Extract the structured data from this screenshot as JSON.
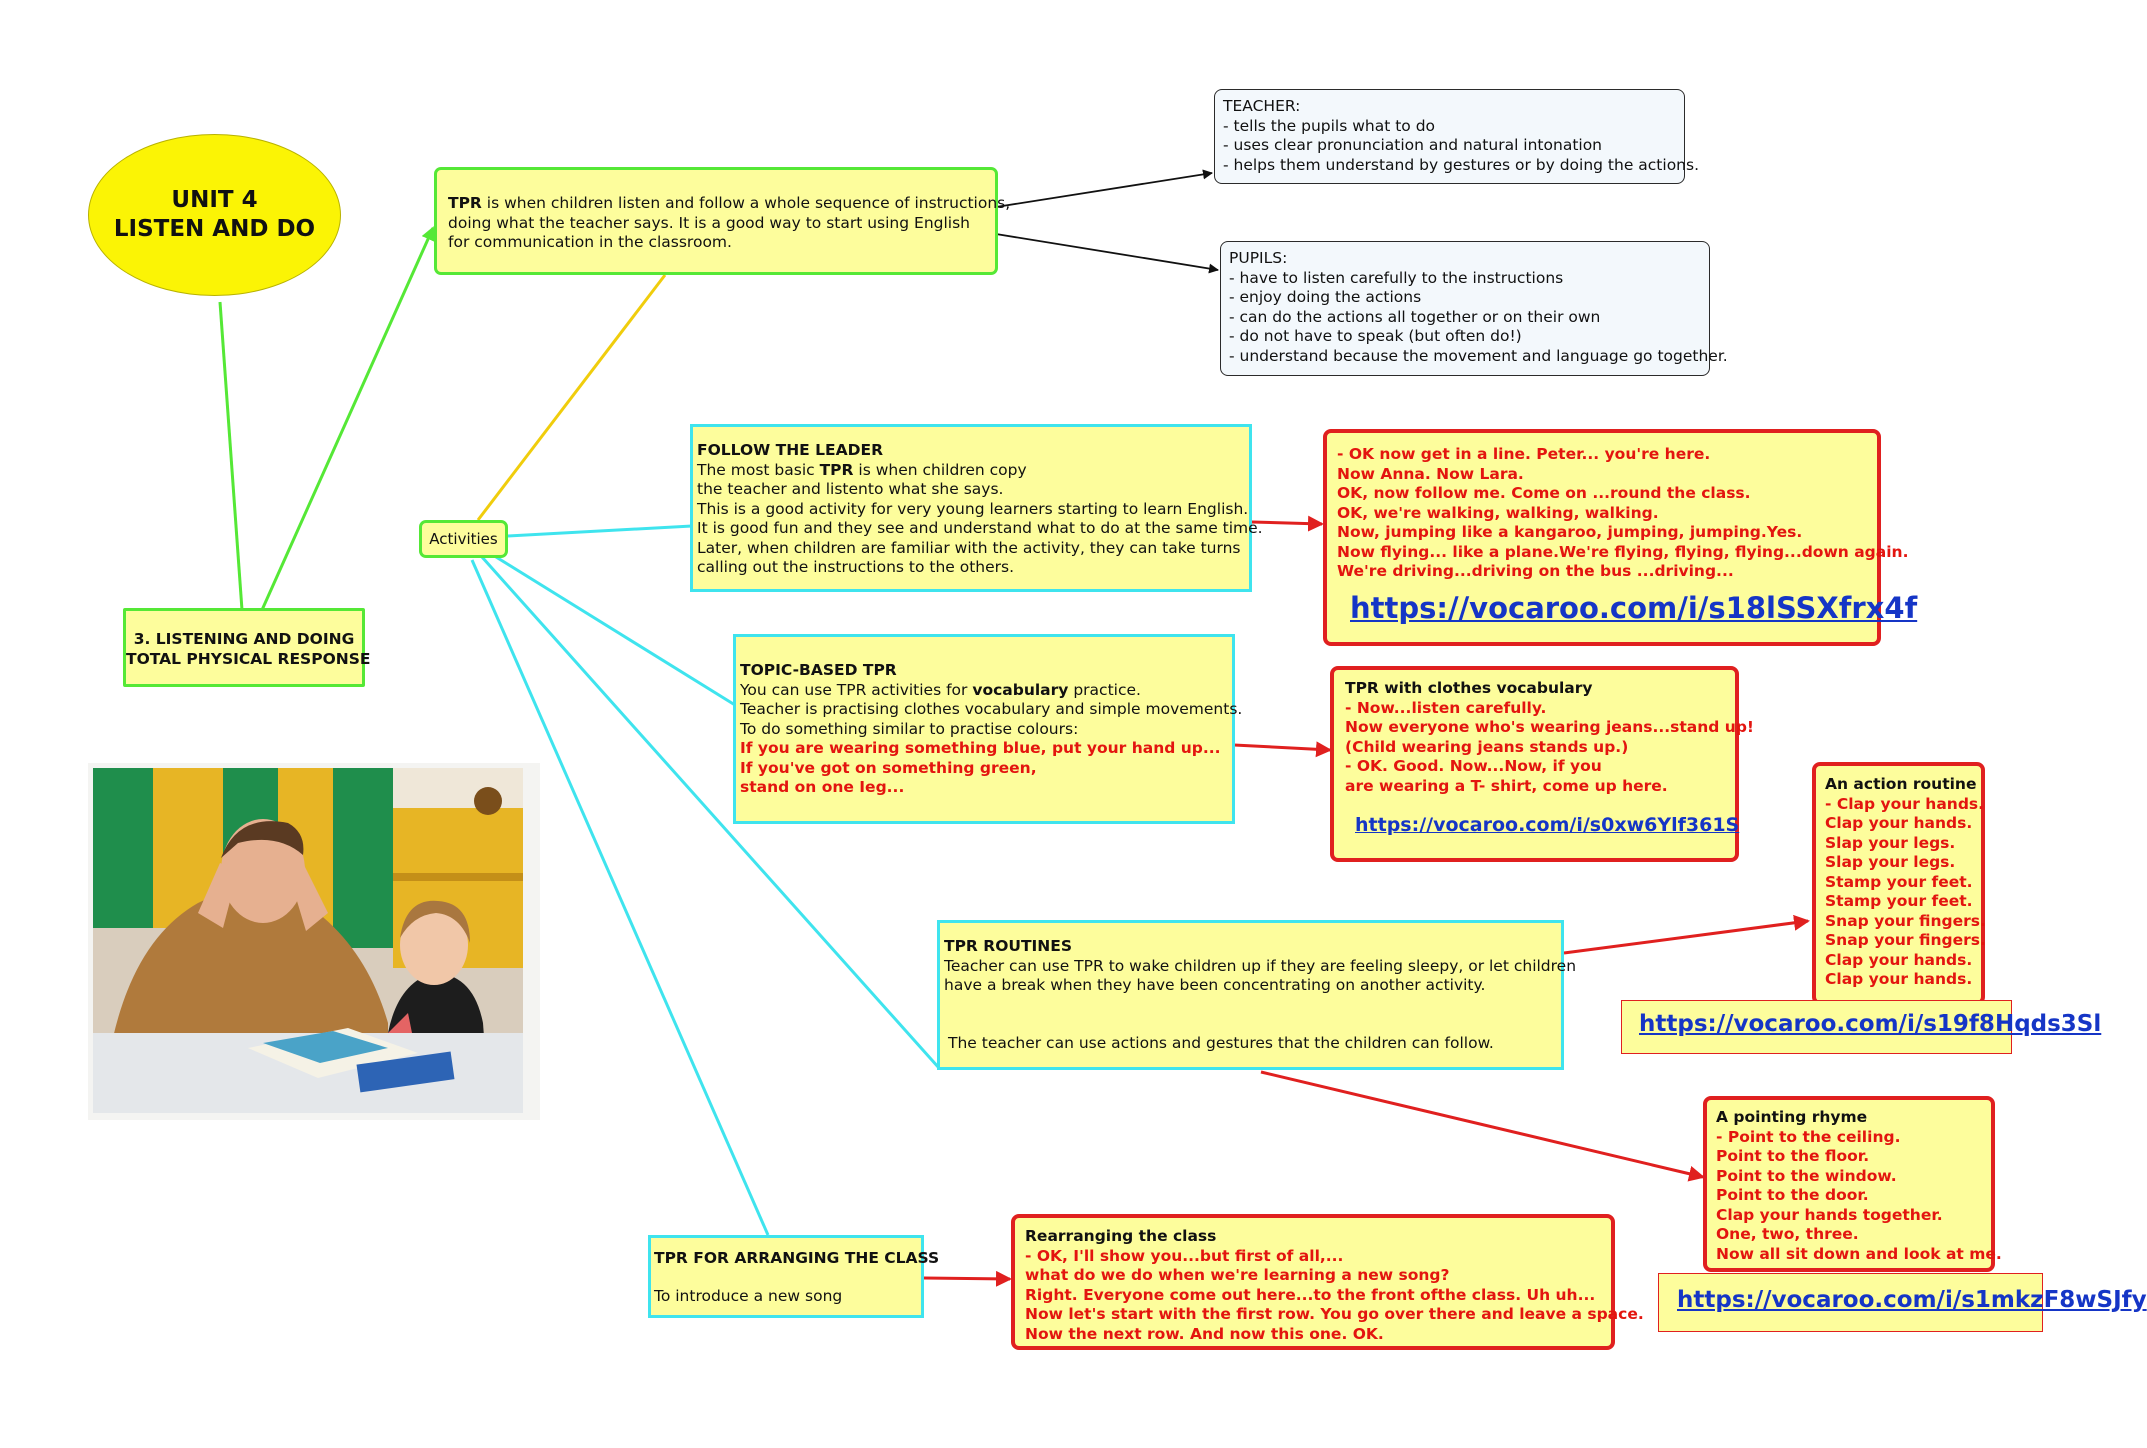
{
  "unit": {
    "line1": "UNIT 4",
    "line2": "LISTEN AND DO"
  },
  "section": {
    "line1": "3. LISTENING AND DOING",
    "line2": "TOTAL PHYSICAL RESPONSE"
  },
  "tpr": {
    "term": "TPR",
    "line1_rest": " is when children listen and follow a whole sequence of instructions,",
    "line2": "doing what the teacher says. It is a good way to start using English",
    "line3": "for communication in the classroom."
  },
  "teacher": {
    "heading": "TEACHER:",
    "items": [
      "- tells the pupils what to do",
      "- uses clear pronunciation and natural intonation",
      "- helps them understand by gestures or by doing the actions."
    ]
  },
  "pupils": {
    "heading": "PUPILS:",
    "items": [
      "- have to listen carefully to the instructions",
      "- enjoy doing the actions",
      "- can do the actions all together or on their own",
      "- do not have to speak (but often do!)",
      "- understand because the movement and language go together."
    ]
  },
  "activities": {
    "label": "Activities"
  },
  "follow_leader": {
    "title": "FOLLOW THE LEADER",
    "l1a": "The most basic ",
    "l1b": "TPR",
    "l1c": " is when children copy",
    "l2": "the teacher and listento what she says.",
    "l3": "This is a good activity for very young learners starting to learn English.",
    "l4": "It is good fun and they see and understand what to do at the same time.",
    "l5": "Later, when children are familiar with the activity, they can take turns",
    "l6": "calling out the instructions to the others."
  },
  "follow_example": {
    "lines": [
      "- OK now get in a line. Peter... you're here.",
      "Now Anna. Now Lara.",
      "OK, now follow me. Come on ...round the class.",
      "OK, we're walking, walking, walking.",
      "Now, jumping like a kangaroo, jumping, jumping.Yes.",
      "Now flying... like a plane.We're flying, flying, flying...down again.",
      "We're driving...driving on the bus ...driving..."
    ],
    "link": "https://vocaroo.com/i/s18lSSXfrx4f"
  },
  "topic": {
    "title": "TOPIC-BASED TPR",
    "l1a": "You can use TPR activities for ",
    "l1b": "vocabulary",
    "l1c": " practice.",
    "l2": "Teacher is practising clothes vocabulary and simple movements.",
    "l3": "To do something similar to practise colours:",
    "red": [
      "If you are wearing something blue, put your hand up...",
      "If you've got on something green,",
      "stand on one Ieg..."
    ]
  },
  "clothes": {
    "title": "TPR with clothes vocabulary",
    "lines": [
      "- Now...listen carefully.",
      "Now everyone who's wearing jeans...stand up!",
      "(Child wearing jeans stands up.)",
      "- OK. Good. Now...Now, if you",
      "are wearing a T- shirt, come up here."
    ],
    "link": "https://vocaroo.com/i/s0xw6Ylf361S"
  },
  "routines": {
    "title": "TPR ROUTINES",
    "l1": "Teacher can use TPR to wake children up if they are feeling sleepy,  or let children",
    "l2": " have a break when they have been concentrating on another activity.",
    "l3": "The teacher can use actions and gestures that the children can follow."
  },
  "action": {
    "title": "An action routine",
    "lines": [
      "- Clap your hands.",
      "Clap your hands.",
      "Slap your legs.",
      "Slap your legs.",
      "Stamp your feet.",
      "Stamp your feet.",
      "Snap your fingers.",
      "Snap your fingers.",
      "Clap your hands.",
      "Clap your hands."
    ],
    "link": "https://vocaroo.com/i/s19f8Hqds3Sl"
  },
  "pointing": {
    "title": "A pointing rhyme",
    "lines": [
      "- Point to the ceiling.",
      "Point to the floor.",
      "Point to the window.",
      "Point to the door.",
      "Clap your hands together.",
      "One, two, three.",
      "Now all sit down and look at me."
    ],
    "link": "https://vocaroo.com/i/s1mkzF8wSJfy"
  },
  "arranging": {
    "title": "TPR FOR ARRANGING THE CLASS",
    "sub": "To introduce a new song"
  },
  "rearranging": {
    "title": "Rearranging the class",
    "lines": [
      "- OK, I'll show you...but first of all,...",
      "what do we do when we're learning a new song?",
      "Right. Everyone come out here...to the front ofthe class. Uh uh...",
      "Now let's start with the first row. You go over there and leave a space.",
      "Now the next row. And now this one. OK."
    ]
  },
  "colors": {
    "green": "#55e836",
    "cyan": "#3fe4ee",
    "red": "#e0201f",
    "yellow_fill": "#fdfd9c",
    "ellipse": "#fbf405",
    "link": "#1535c6"
  }
}
